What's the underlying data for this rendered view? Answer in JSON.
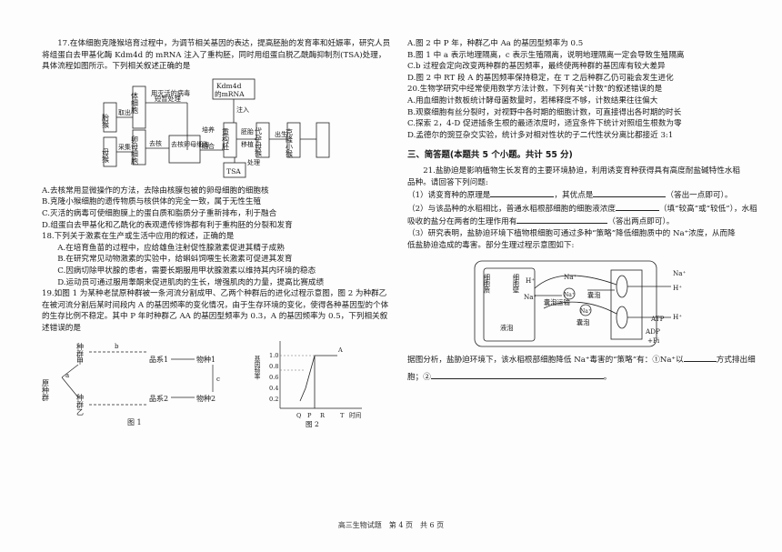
{
  "q17": {
    "stem": "17.在体细胞克隆猴培育过程中，为调节相关基因的表达，提高胚胎的发育率和妊娠率，研究人员将组蛋白去甲基化酶 Kdm4d 的 mRNA 注入了重构胚，同时用组蛋白脱乙酰酶抑制剂(TSA)处理，具体流程如图所示。下列相关叙述正确的是",
    "diagram": {
      "fetal": "胎猴",
      "takecell": "取出",
      "bodycell": "体细胞",
      "virus1": "用灭活的病毒",
      "virus2": "短暂处理",
      "kdm4d": "Kdm4d",
      "mrna": "的mRNA",
      "inject": "注入",
      "culture": "培养",
      "fuse": "融合",
      "recon": "重构胚",
      "embryo": "胚胎",
      "transfer": "移植",
      "surrogate": "代孕母猴",
      "born": "出生",
      "clone": "克隆小猴",
      "mother": "母猴",
      "collect": "采集",
      "oocyte": "卵母细胞",
      "enuc": "去核",
      "enucoocyte": "去核卵母细胞",
      "treat": "处理",
      "tsa": "TSA"
    },
    "options": [
      "A.去核常用显微操作的方法，去除由核膜包被的卵母细胞的细胞核",
      "B.克隆小猴细胞的遗传物质与核供体的完全一致，属于无性生殖",
      "C.灭活的病毒可使细胞膜上的蛋白质和脂质分子重新排布，利于融合",
      "D.组蛋白去甲基化和乙酰化的表观遗传修饰都有利于重构胚的分裂和发育"
    ]
  },
  "q18": {
    "stem": "18.下列关于激素在生产或生活中应用的叙述，正确的是",
    "options": [
      "A.在培育鱼苗的过程中，应给雄鱼注射促性腺激素促进其精子成熟",
      "B.在研究常见动物激素的实验中，给蝌蚪饲喂生长激素可促进其发育",
      "C.因病切除甲状腺的患者，需要长期服用甲状腺激素以维持其内环境的稳态",
      "D.运动员可通过服用睾酮来促进肌肉的生长，增强肌肉的力量，提高比赛成绩"
    ]
  },
  "q19": {
    "stem": "19.如图 1 为某种老鼠原种群被一条河流分割成甲、乙两个种群后的进化过程示意图，图 2 为种群乙在被河流分割后某时间段内 A 的基因频率的变化情况，由于生存环境的变化，使得各种基因型的个体的生存比例不稳定。其中 P 年时种群乙 AA 的基因型频率为 0.3，A 的基因频率为 0.5，下列相关叙述错误的是",
    "fig1": {
      "orig": "原种群",
      "a": "a",
      "b": "b",
      "c": "c",
      "popA": "种群甲",
      "popB": "种群乙",
      "line1": "品系1",
      "line2": "品系2",
      "sp1": "物种1",
      "sp2": "物种2",
      "caption": "图 1"
    },
    "fig2": {
      "ylabel": "基因频率",
      "yticks": [
        "1.0",
        "0.8",
        "0.6",
        "0.4",
        "0.2"
      ],
      "xticks": [
        "Q",
        "P",
        "R",
        "T"
      ],
      "xlabel": "时间",
      "pointA": "A",
      "caption": "图 2"
    }
  },
  "q19_right_options": [
    "A.图 2 中 P 年，种群乙中 Aa 的基因型频率为 0.5",
    "B.图 1 中 a 表示地理隔离，c 表示生殖隔离，说明地理隔离一定会导致生殖隔离",
    "C.b 过程会定向改变两种群的基因频率，最终使两种群的基因库有较大差异",
    "D.图 2 中 RT 段 A 的基因频率保持稳定，在 T 之后种群乙仍可能会发生进化"
  ],
  "q20": {
    "stem": "20.生物学研究中经常使用数学方法计数，下列有关“计数”的叙述错误的是",
    "options": [
      "A.用血细胞计数板统计酵母菌数量时，若稀释度不够，计数结果往往偏大",
      "B.观察细胞有丝分裂时，对视野中各时期的细胞计数，可直接得出各时期的时长",
      "C.探索 2，4-D 促进插条生根的最适浓度时，适宜条件下统计对照组生根数为零",
      "D.孟德尔的豌豆杂交实验，统计多对相对性状的子二代性状分离比都接近 3:1"
    ]
  },
  "section3": "三、简答题(本题共 5 个小题。共计 55 分)",
  "q21": {
    "stem": "21.盐胁迫是影响植物生长发育的主要环境胁迫，利用诱变育种获得具有高度耐盐碱特性水稻品种。请回答下列问题:",
    "s1a": "（1）诱变育种的原理是",
    "s1b": "，其优点是",
    "s1c": "（答出一点即可）。",
    "s2a": "（2）与该品种的水稻相比，普通水稻根部细胞的细胞液浓度",
    "s2b": "（填“较高”或“较低”），水稻",
    "s2c": "吸收的盐分在两者的生理作用有",
    "s2d": "（答出两点即可）。",
    "s3a": "（3）研究表明，盐胁迫环境下植物根细胞可通过多种“策略”降低细胞质中的 Na⁺浓度，从而降",
    "s3b": "低盐胁迫造成的毒害。部分生理过程示意图如下:",
    "cell": {
      "wall": "细胞壁",
      "cyto": "细胞质",
      "vac": "液泡",
      "hplus": "H⁺",
      "na": "Na⁺",
      "vesicle": "囊泡",
      "transport": "囊泡运输",
      "atp": "ATP",
      "adp": "ADP",
      "pi": "+Pi"
    },
    "s4a": "据图分析，盐胁迫环境下，该水稻根部细胞降低 Na⁺毒害的“策略”有：①Na⁺以",
    "s4b": "方式排出细",
    "s4c": "胞；②",
    "s4d": "。"
  },
  "footer": "高三生物试题　第 4 页　共 6 页"
}
